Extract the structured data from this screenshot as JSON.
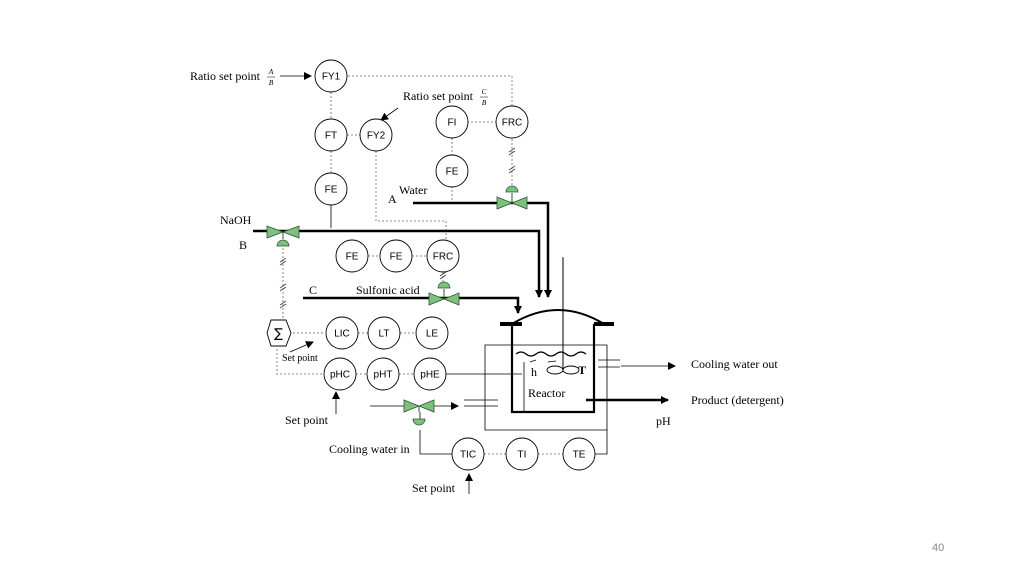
{
  "diagram": {
    "instruments": [
      {
        "id": "fy1",
        "label": "FY1"
      },
      {
        "id": "ft",
        "label": "FT"
      },
      {
        "id": "fy2",
        "label": "FY2"
      },
      {
        "id": "fe-naoh",
        "label": "FE"
      },
      {
        "id": "fi",
        "label": "FI"
      },
      {
        "id": "frc-water",
        "label": "FRC"
      },
      {
        "id": "fe-water",
        "label": "FE"
      },
      {
        "id": "fe-c1",
        "label": "FE"
      },
      {
        "id": "fe-c2",
        "label": "FE"
      },
      {
        "id": "frc-c",
        "label": "FRC"
      },
      {
        "id": "lic",
        "label": "LIC"
      },
      {
        "id": "lt",
        "label": "LT"
      },
      {
        "id": "le",
        "label": "LE"
      },
      {
        "id": "phc",
        "label": "pHC"
      },
      {
        "id": "pht",
        "label": "pHT"
      },
      {
        "id": "phe",
        "label": "pHE"
      },
      {
        "id": "tic",
        "label": "TIC"
      },
      {
        "id": "ti",
        "label": "TI"
      },
      {
        "id": "te",
        "label": "TE"
      }
    ],
    "summer_symbol": "∑",
    "labels": {
      "ratio_ab_text": "Ratio set point",
      "ratio_ab_num": "A",
      "ratio_ab_den": "B",
      "ratio_cb_text": "Ratio set point",
      "ratio_cb_num": "C",
      "ratio_cb_den": "B",
      "water": "Water",
      "a": "A",
      "naoh": "NaOH",
      "b": "B",
      "c": "C",
      "sulfonic": "Sulfonic acid",
      "set_point_small": "Set point",
      "h": "h",
      "t": "T",
      "reactor": "Reactor",
      "cooling_out": "Cooling water out",
      "product": "Product (detergent)",
      "ph": "pH",
      "set_point_left": "Set point",
      "cooling_in": "Cooling water in",
      "set_point_bottom": "Set point"
    },
    "page_number": "40"
  }
}
